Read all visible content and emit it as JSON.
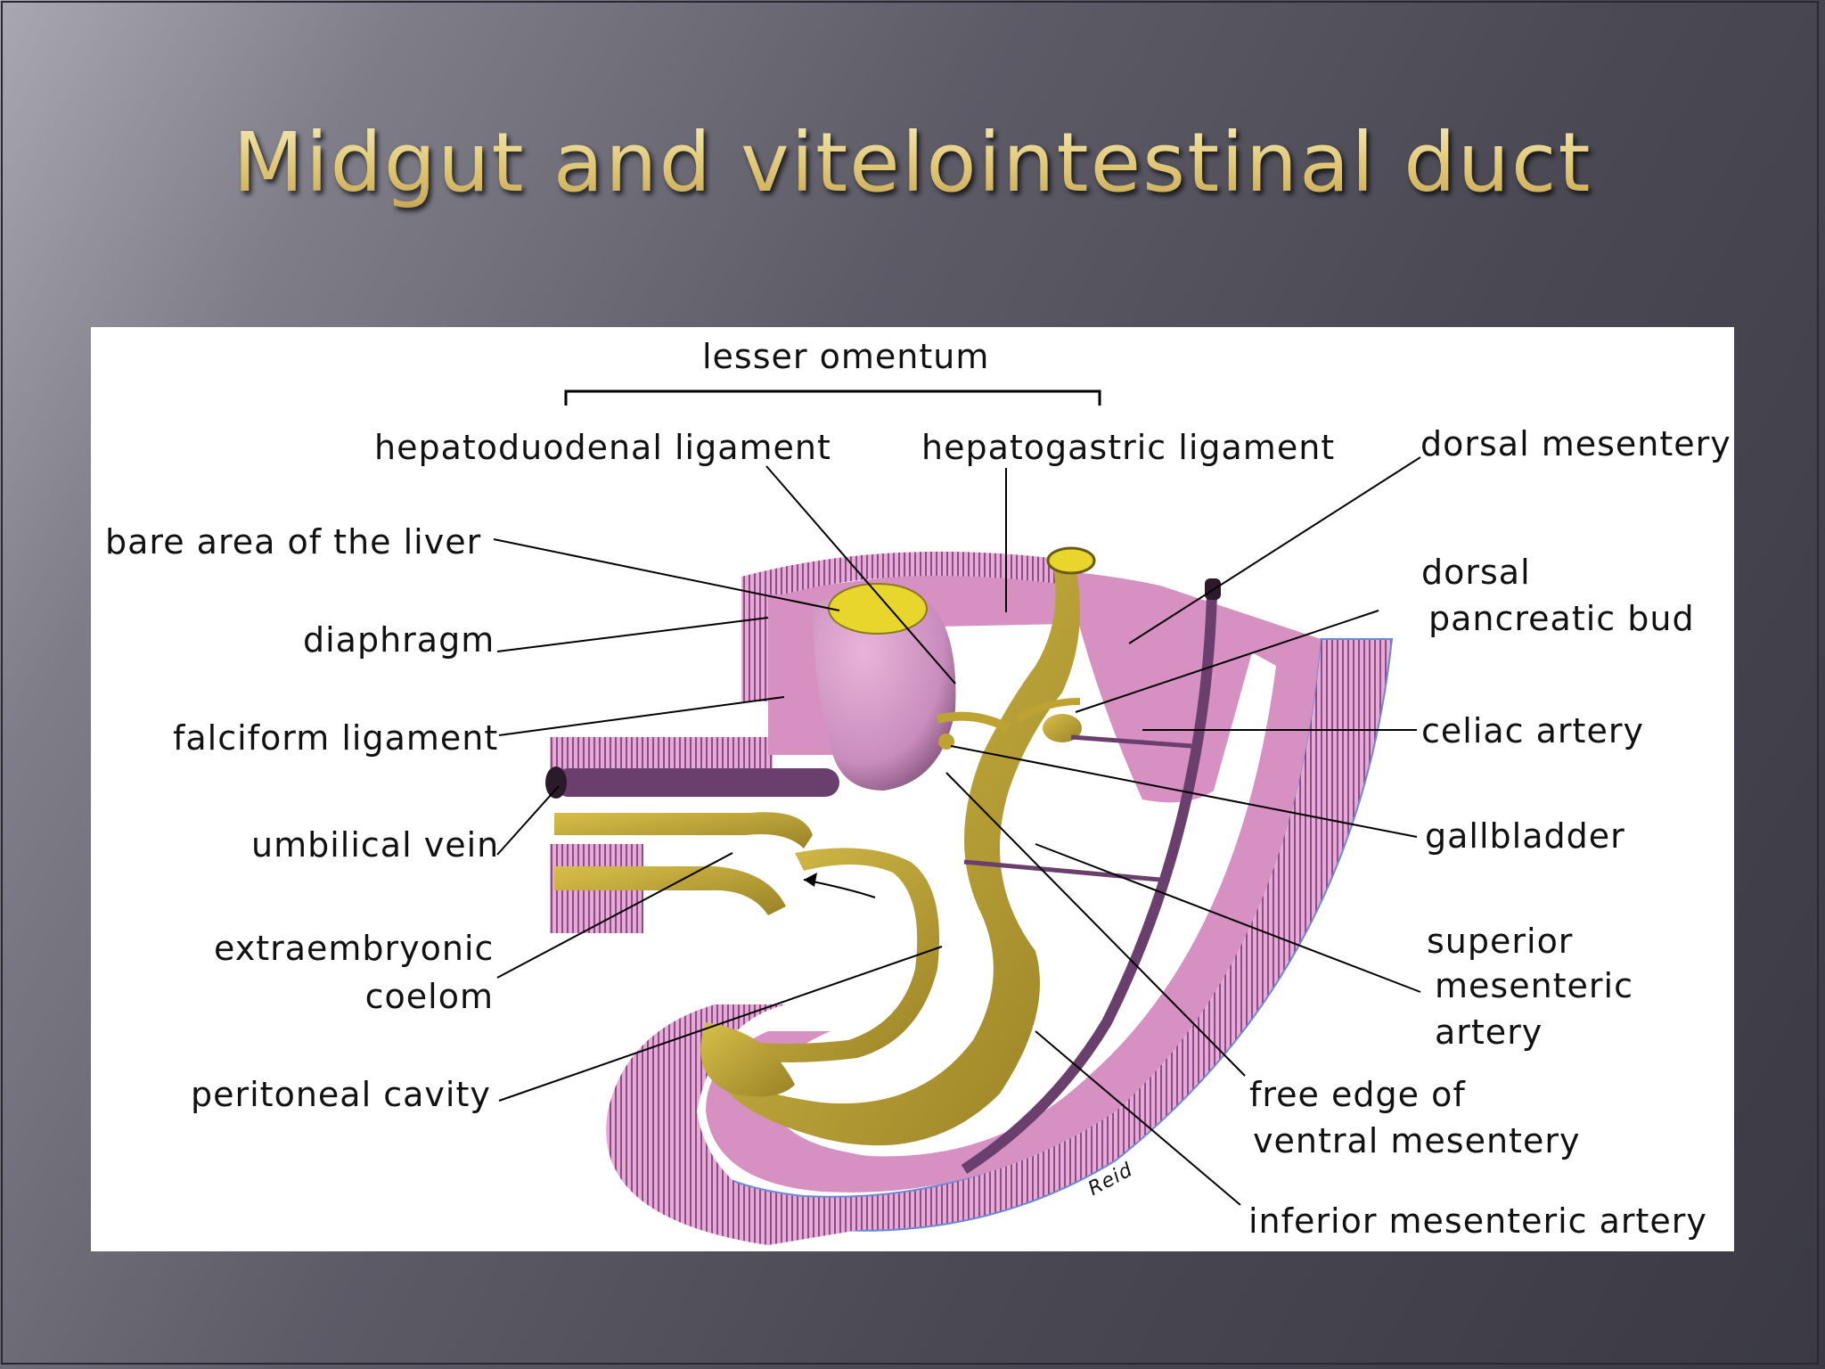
{
  "slide": {
    "title": "Midgut and vitelointestinal duct"
  },
  "diagram": {
    "labels": {
      "lesser_omentum": "lesser omentum",
      "hepatoduodenal_ligament": "hepatoduodenal ligament",
      "hepatogastric_ligament": "hepatogastric ligament",
      "dorsal_mesentery": "dorsal mesentery",
      "bare_area_of_the_liver": "bare area of the liver",
      "dorsal_pancreatic_bud_line1": "dorsal",
      "dorsal_pancreatic_bud_line2": "pancreatic bud",
      "diaphragm": "diaphragm",
      "falciform_ligament": "falciform ligament",
      "celiac_artery": "celiac artery",
      "umbilical_vein": "umbilical vein",
      "gallbladder": "gallbladder",
      "extraembryonic_coelom_line1": "extraembryonic",
      "extraembryonic_coelom_line2": "coelom",
      "superior_mesenteric_artery_line1": "superior",
      "superior_mesenteric_artery_line2": "mesenteric",
      "superior_mesenteric_artery_line3": "artery",
      "peritoneal_cavity": "peritoneal cavity",
      "free_edge_of_ventral_mesentery_line1": "free edge of",
      "free_edge_of_ventral_mesentery_line2": "ventral mesentery",
      "inferior_mesenteric_artery": "inferior mesenteric artery",
      "signature": "Reid"
    },
    "colors": {
      "tissue_pink": "#d690c2",
      "hatch_purple": "#8a4d86",
      "gut_olive": "#bfa332",
      "liver_yellow": "#e9d62d",
      "vessel_purple": "#6a3f6e",
      "leader_line": "#000000"
    }
  }
}
